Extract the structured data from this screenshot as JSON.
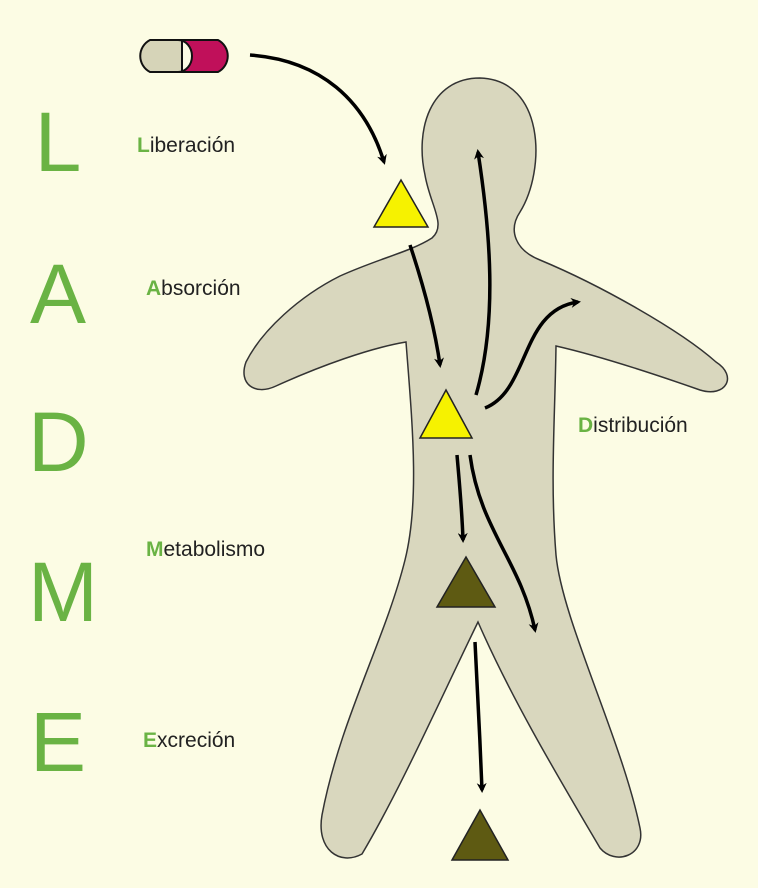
{
  "acronym": [
    "L",
    "A",
    "D",
    "M",
    "E"
  ],
  "stages": [
    {
      "initial": "L",
      "rest": "iberación"
    },
    {
      "initial": "A",
      "rest": "bsorción"
    },
    {
      "initial": "D",
      "rest": "istribución"
    },
    {
      "initial": "M",
      "rest": "etabolismo"
    },
    {
      "initial": "E",
      "rest": "xcreción"
    }
  ],
  "colors": {
    "accent": "#6ab344",
    "body": "#d9d7be",
    "drug_active": "#f6f200",
    "drug_metabolite": "#5e5a12",
    "pill_left": "#d6d4b8",
    "pill_right": "#c0105a",
    "background": "#fcfce4"
  }
}
